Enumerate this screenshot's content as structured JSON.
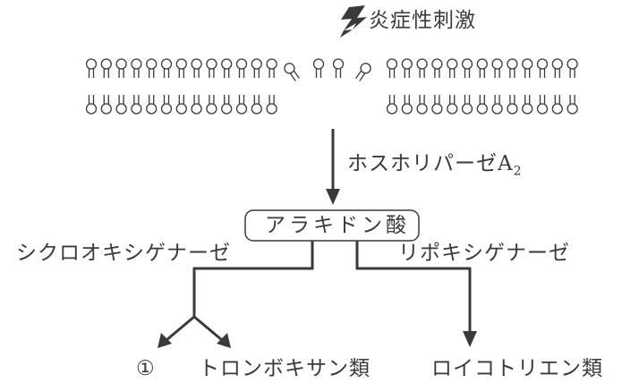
{
  "diagram": {
    "stimulus": "炎症性刺激",
    "enzyme_pla2": "ホスホリパーゼA",
    "enzyme_pla2_sub": "2",
    "substrate": "アラキドン酸",
    "cox": "シクロオキシゲナーゼ",
    "lox": "リポキシゲナーゼ",
    "blank_marker": "①",
    "thromboxanes": "トロンボキサン類",
    "leukotrienes": "ロイコトリエン類"
  },
  "colors": {
    "ink": "#3a3a3a",
    "background": "#ffffff"
  }
}
